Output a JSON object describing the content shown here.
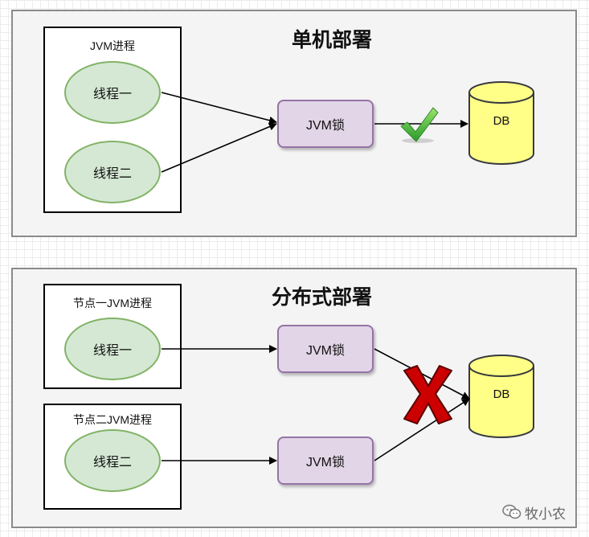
{
  "sections": [
    {
      "heading": "单机部署",
      "processes": [
        {
          "label": "JVM进程"
        }
      ],
      "threads": [
        {
          "label": "线程一"
        },
        {
          "label": "线程二"
        }
      ],
      "locks": [
        {
          "label": "JVM锁"
        }
      ],
      "db": {
        "label": "DB"
      },
      "status_icon": "checkmark-icon"
    },
    {
      "heading": "分布式部署",
      "processes": [
        {
          "label": "节点一JVM进程"
        },
        {
          "label": "节点二JVM进程"
        }
      ],
      "threads": [
        {
          "label": "线程一"
        },
        {
          "label": "线程二"
        }
      ],
      "locks": [
        {
          "label": "JVM锁"
        },
        {
          "label": "JVM锁"
        }
      ],
      "db": {
        "label": "DB"
      },
      "status_icon": "red-x-icon"
    }
  ],
  "watermark": {
    "text": "牧小农",
    "icon": "wechat-icon"
  },
  "colors": {
    "thread_fill": "#d5e8d4",
    "thread_border": "#82b366",
    "lock_fill": "#e1d5e7",
    "lock_border": "#9673a6",
    "db_fill": "#ffff88",
    "db_border": "#36393d",
    "check": "#43b83a",
    "cross": "#cc0000"
  }
}
